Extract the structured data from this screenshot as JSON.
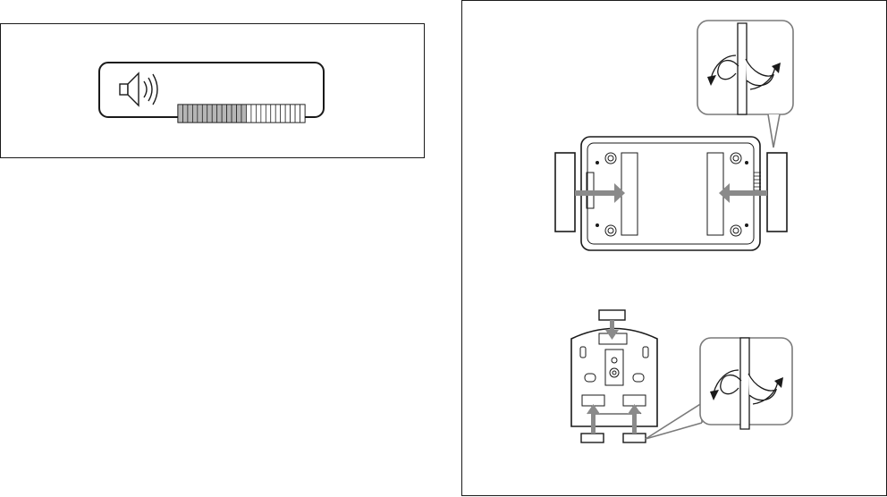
{
  "volume_display": {
    "icon": "speaker-icon",
    "level": 0.52,
    "segment_count": 26
  },
  "mounting_steps": {
    "icons": [
      "pad-twist-icon",
      "arrow-icon"
    ],
    "top_step_pads": 2,
    "bottom_step_pads": 3
  },
  "colors": {
    "line": "#1a1a1a",
    "arrow": "#8a8a8a",
    "fill_level": "#b5b5b5",
    "pad_tone": "#9a9a9a"
  }
}
